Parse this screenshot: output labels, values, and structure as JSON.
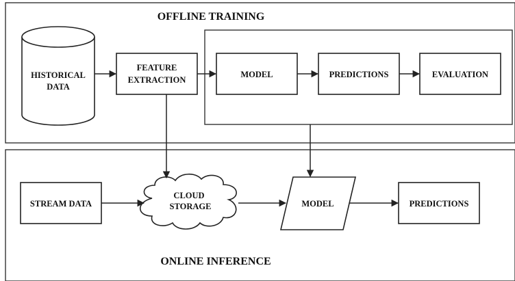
{
  "sections": {
    "offline_title": "OFFLINE TRAINING",
    "online_title": "ONLINE INFERENCE"
  },
  "offline": {
    "historical_data": [
      "HISTORICAL",
      "DATA"
    ],
    "feature_extraction": [
      "FEATURE",
      "EXTRACTION"
    ],
    "model": "MODEL",
    "predictions": "PREDICTIONS",
    "evaluation": "EVALUATION"
  },
  "online": {
    "stream_data": "STREAM DATA",
    "cloud_storage": [
      "CLOUD",
      "STORAGE"
    ],
    "model": "MODEL",
    "predictions": "PREDICTIONS"
  }
}
